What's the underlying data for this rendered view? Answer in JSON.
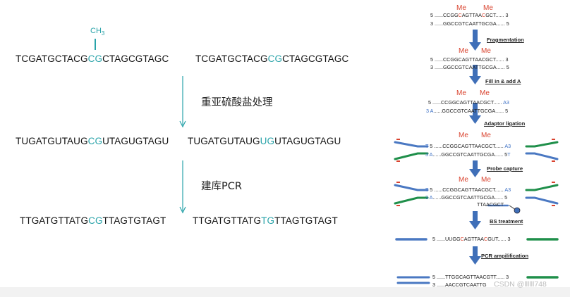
{
  "left_panel": {
    "methyl_label": "CH",
    "methyl_subscript": "3",
    "rows": [
      {
        "a": {
          "pre": "TCGATGCTACG",
          "hl": "CG",
          "post": "CTAGCGTAGC"
        },
        "b": {
          "pre": "TCGATGCTACG",
          "hl": "CG",
          "post": "CTAGCGTAGC"
        }
      },
      {
        "a": {
          "pre": "TUGATGUTAUG",
          "hl": "CG",
          "post": "UTAGUGTAGU"
        },
        "b": {
          "pre": "TUGATGUTAUG",
          "hl": "UG",
          "post": "UTAGUGTAGU"
        }
      },
      {
        "a": {
          "pre": "TTGATGTTATG",
          "hl": "CG",
          "post": "TTAGTGTAGT"
        },
        "b": {
          "pre": "TTGATGTTATG",
          "hl": "TG",
          "post": "TTAGTGTAGT"
        }
      }
    ],
    "step1_label": "重亚硫酸盐处理",
    "step2_label": "建库PCR"
  },
  "right_panel": {
    "me_label": "Me",
    "stage1": {
      "top": {
        "pre": "5 ......CCGG",
        "c1": "C",
        "mid": "AGTTAA",
        "c2": "C",
        "post": "GCT...... 3"
      },
      "bottom": "3 ......GGCCGTCAATTGCGA...... 5"
    },
    "steps": [
      "Fragmentation",
      "Fill in  & add A",
      "Adaptor ligation",
      "Probe capture",
      "BS treatment",
      "PCR ampilification"
    ],
    "stage2": {
      "top": "5 ......CCGGCAGTTAACGCT...... 3",
      "bottom": "3 ......GGCCGTCAATTGCGA...... 5"
    },
    "stage3": {
      "top_pre": "5 ......CCGGCAGTTAACGCT......",
      "top_end": "A3",
      "bottom_start": "3 A",
      "bottom_post": "......GGCCGTCAATTGCGA...... 5"
    },
    "stage4": {
      "top_t": "T",
      "top": "5 ......CCGGCAGTTAACGCT......",
      "top_end": "A3",
      "bottom_start": "3 A",
      "bottom": "......GGCCGTCAATTGCGA......",
      "bottom_end": "5",
      "bottom_t": "T"
    },
    "stage5": {
      "top_t": "T",
      "top": "5 ......CCGGCAGTTAACGCT......",
      "top_end": "A3",
      "bottom_start": "3 A",
      "bottom": "......GGCCGTCAATTGCGA......",
      "bottom_end": "5",
      "probe": "TTAACGCT"
    },
    "stage6": {
      "pre": "5 ......UUGG",
      "c1": "C",
      "mid": "AGTTAA",
      "c2": "C",
      "post": "GUT...... 3"
    },
    "stage7": {
      "top": "5 ......TTGGCAGTTAACGTT...... 3",
      "bottom": "3 ......AACCGTCAATTG"
    },
    "colors": {
      "arrow": "#3f6fb8",
      "adapter_blue": "#4a78c2",
      "adapter_green": "#1f8f4a",
      "methyl_red": "#d9432f",
      "teal": "#29a3a9"
    }
  },
  "watermark": "CSDN @llllll748"
}
